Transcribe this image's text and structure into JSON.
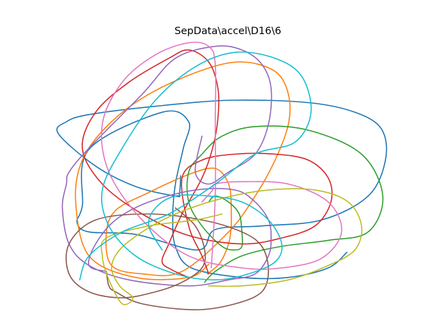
{
  "chart_data": {
    "type": "line",
    "title": "SepData\\accel\\D16\\6",
    "xlabel": "",
    "ylabel": "",
    "axes_visible": false,
    "grid": false,
    "legend": "none",
    "xlim": [
      -1.2,
      1.4
    ],
    "ylim": [
      -1.15,
      1.0
    ],
    "series": [
      {
        "color": "#1f77b4",
        "x": [
          -0.26,
          -0.27,
          -0.3,
          -0.6,
          -0.9,
          -1.18,
          -1.12,
          -0.95,
          -0.45,
          0.12,
          0.7,
          1.05,
          1.25,
          1.28,
          1.15,
          0.8,
          0.35,
          0.0,
          -0.13,
          -0.6,
          -0.95,
          -1.04,
          -1.0,
          -0.95,
          -0.4,
          -0.2,
          -0.24,
          -0.3,
          -0.32,
          -0.3,
          -0.18,
          0.2,
          0.55,
          0.85,
          0.99
        ],
        "y": [
          -0.13,
          -0.28,
          -0.3,
          -0.22,
          -0.05,
          0.22,
          0.32,
          0.38,
          0.45,
          0.5,
          0.48,
          0.4,
          0.26,
          0.0,
          -0.3,
          -0.5,
          -0.55,
          -0.58,
          -0.75,
          -0.62,
          -0.6,
          -0.52,
          -0.38,
          0.09,
          0.4,
          0.32,
          0.1,
          -0.2,
          -0.48,
          -0.72,
          -0.9,
          -0.98,
          -0.98,
          -0.9,
          -0.77
        ]
      },
      {
        "color": "#ff7f0e",
        "x": [
          -0.05,
          -0.2,
          -0.6,
          -0.95,
          -1.05,
          -1.0,
          -0.8,
          -0.5,
          -0.1,
          0.2,
          0.45,
          0.55,
          0.55,
          0.45,
          0.3,
          0.1,
          -0.25,
          -0.55,
          -0.78,
          -0.82,
          -0.75,
          -0.5,
          -0.2,
          0.0,
          0.1,
          0.12,
          0.11,
          0.04,
          -0.06
        ],
        "y": [
          -0.87,
          -0.98,
          -0.98,
          -0.8,
          -0.35,
          0.0,
          0.3,
          0.55,
          0.75,
          0.82,
          0.74,
          0.55,
          0.3,
          0.0,
          -0.3,
          -0.6,
          -0.93,
          -0.95,
          -0.88,
          -0.62,
          -0.42,
          -0.27,
          -0.12,
          -0.07,
          -0.2,
          -0.4,
          -0.65,
          -0.85,
          -0.95
        ]
      },
      {
        "color": "#2ca02c",
        "x": [
          -0.08,
          0.0,
          0.2,
          0.5,
          0.85,
          1.15,
          1.26,
          1.1,
          0.7,
          0.3,
          0.05,
          -0.1,
          -0.2,
          -0.2,
          -0.1,
          0.05,
          0.15,
          0.2,
          0.2,
          0.18,
          0.1,
          0.0,
          -0.05
        ],
        "y": [
          -1.02,
          -0.93,
          -0.8,
          -0.72,
          -0.67,
          -0.6,
          -0.3,
          0.05,
          0.25,
          0.28,
          0.2,
          0.05,
          -0.1,
          -0.35,
          -0.55,
          -0.72,
          -0.75,
          -0.72,
          -0.6,
          -0.45,
          -0.35,
          -0.3,
          -0.35
        ]
      },
      {
        "color": "#d62728",
        "x": [
          -0.2,
          -0.32,
          -0.4,
          -0.35,
          -0.25,
          -0.1,
          -0.02,
          0.02,
          0.02,
          -0.05,
          -0.2,
          -0.35,
          -0.65,
          -0.9,
          -1.0,
          -0.85,
          -0.55,
          -0.2,
          0.2,
          0.5,
          0.75,
          0.87,
          0.85,
          0.7,
          0.45,
          0.15,
          -0.1,
          -0.25,
          -0.2,
          -0.1,
          -0.05
        ],
        "y": [
          -0.98,
          -0.92,
          -0.85,
          -0.7,
          -0.45,
          -0.15,
          0.1,
          0.35,
          0.6,
          0.82,
          0.92,
          0.85,
          0.65,
          0.4,
          0.1,
          -0.2,
          -0.45,
          -0.63,
          -0.7,
          -0.65,
          -0.55,
          -0.35,
          -0.15,
          0.0,
          0.05,
          0.05,
          0.0,
          -0.15,
          -0.55,
          -0.8,
          -0.95
        ]
      },
      {
        "color": "#9467bd",
        "x": [
          -0.82,
          -0.95,
          -0.9,
          -0.75,
          -0.5,
          -0.15,
          0.15,
          0.3,
          0.4,
          0.42,
          0.4,
          0.3,
          0.1,
          -0.2,
          -0.65,
          -0.95,
          -1.1,
          -1.15,
          -1.12,
          -1.1,
          -0.95,
          -0.55,
          -0.3,
          0.0,
          0.2,
          0.35,
          0.42,
          0.4,
          0.3,
          0.1,
          -0.05,
          -0.15,
          -0.1
        ],
        "y": [
          -0.93,
          -0.88,
          -0.7,
          -0.5,
          -0.35,
          -0.25,
          -0.25,
          -0.35,
          -0.5,
          -0.65,
          -0.8,
          -0.95,
          -1.0,
          -1.05,
          -1.0,
          -0.88,
          -0.7,
          -0.4,
          -0.2,
          -0.1,
          0.1,
          0.55,
          0.85,
          0.95,
          0.92,
          0.8,
          0.6,
          0.3,
          0.05,
          -0.1,
          -0.2,
          -0.1,
          0.2
        ]
      },
      {
        "color": "#8c564b",
        "x": [
          -0.82,
          -0.8,
          -0.75,
          -0.55,
          -0.15,
          0.15,
          0.35,
          0.4,
          0.35,
          0.2,
          -0.1,
          -0.5,
          -0.9,
          -1.1,
          -1.1,
          -0.95,
          -0.7,
          -0.45,
          -0.25,
          -0.1,
          -0.08,
          -0.15,
          -0.3
        ],
        "y": [
          -0.93,
          -1.05,
          -1.1,
          -1.2,
          -1.25,
          -1.2,
          -1.1,
          -0.92,
          -0.72,
          -0.6,
          -0.5,
          -0.45,
          -0.5,
          -0.7,
          -0.95,
          -1.1,
          -1.15,
          -1.1,
          -1.02,
          -0.9,
          -0.75,
          -0.55,
          -0.4
        ]
      },
      {
        "color": "#e377c2",
        "x": [
          -0.1,
          -0.02,
          0.0,
          0.2,
          0.55,
          0.85,
          0.95,
          0.8,
          0.5,
          0.2,
          -0.2,
          -0.55,
          -0.8,
          -0.85,
          -0.7,
          -0.45,
          -0.2,
          -0.05,
          0.0,
          0.0,
          0.0,
          -0.03
        ],
        "y": [
          -0.35,
          -0.25,
          -0.2,
          -0.18,
          -0.2,
          -0.35,
          -0.6,
          -0.82,
          -0.9,
          -0.9,
          -0.8,
          -0.5,
          -0.1,
          0.3,
          0.65,
          0.88,
          0.98,
          0.95,
          0.8,
          0.3,
          -0.3,
          -0.9
        ]
      },
      {
        "color": "#7f7f7f",
        "x": [],
        "y": []
      },
      {
        "color": "#bcbd22",
        "x": [
          -0.05,
          0.2,
          0.55,
          0.85,
          1.05,
          1.1,
          1.0,
          0.75,
          0.4,
          0.05,
          -0.3,
          -0.55,
          -0.72,
          -0.78,
          -0.72,
          -0.62,
          -0.7,
          -0.8,
          -0.85,
          -0.82,
          -0.5,
          -0.15,
          0.05
        ],
        "y": [
          -1.05,
          -1.05,
          -1.0,
          -0.88,
          -0.75,
          -0.55,
          -0.35,
          -0.25,
          -0.25,
          -0.32,
          -0.45,
          -0.6,
          -0.75,
          -0.9,
          -1.05,
          -1.15,
          -1.2,
          -1.0,
          -0.8,
          -0.65,
          -0.55,
          -0.5,
          -0.45
        ]
      },
      {
        "color": "#17becf",
        "x": [
          -0.4,
          -0.5,
          -0.45,
          -0.3,
          -0.05,
          0.2,
          0.4,
          0.5,
          0.45,
          0.25,
          0.0,
          -0.3,
          -0.6,
          -0.8,
          -0.85,
          -0.7,
          -0.45,
          -0.15,
          0.15,
          0.45,
          0.65,
          0.72,
          0.6,
          0.3,
          0.0,
          -0.35,
          -0.7,
          -0.95,
          -1.02
        ],
        "y": [
          -0.75,
          -0.55,
          -0.4,
          -0.3,
          -0.3,
          -0.35,
          -0.5,
          -0.7,
          -0.85,
          -0.95,
          -1.0,
          -0.95,
          -0.8,
          -0.55,
          -0.25,
          0.1,
          0.5,
          0.78,
          0.9,
          0.85,
          0.7,
          0.4,
          0.15,
          0.05,
          -0.2,
          -0.45,
          -0.6,
          -0.8,
          -1.0
        ]
      }
    ]
  }
}
